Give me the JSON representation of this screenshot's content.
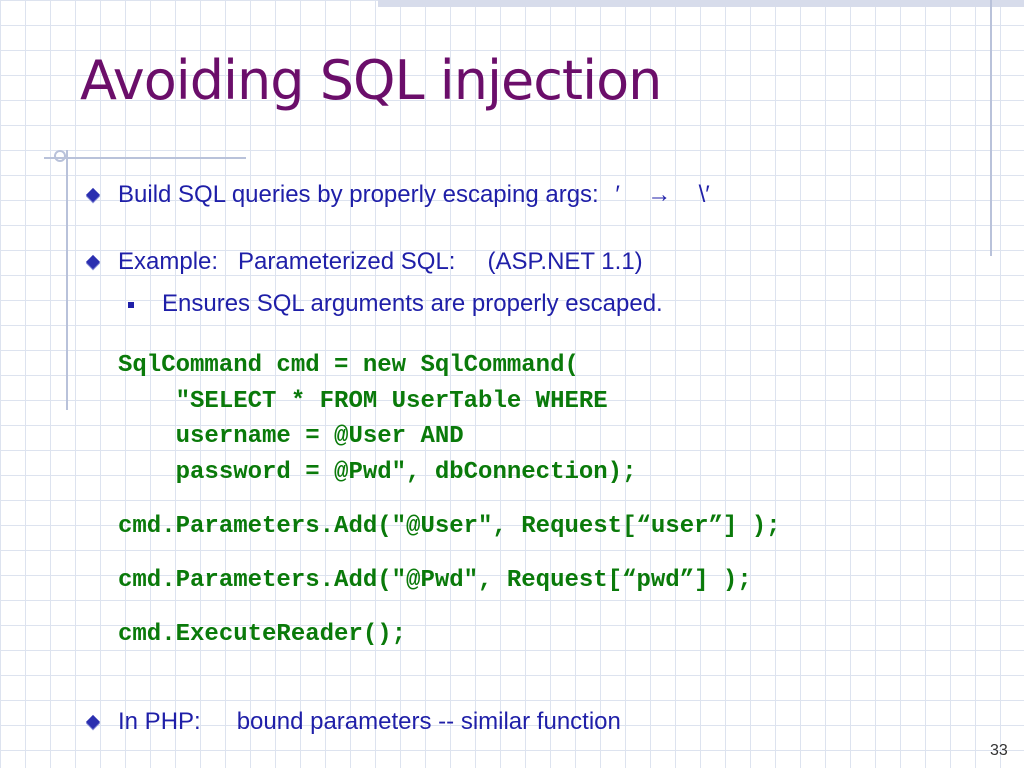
{
  "slide": {
    "title": "Avoiding SQL injection",
    "bullet1": {
      "text": "Build SQL queries by properly escaping args:",
      "escape_from": "′",
      "arrow": "→",
      "escape_to": "\\′"
    },
    "bullet2": {
      "label": "Example:",
      "text": "Parameterized SQL:",
      "note": "(ASP.NET 1.1)"
    },
    "sub_bullet": "Ensures SQL arguments are properly escaped.",
    "code_lines": [
      "SqlCommand cmd = new SqlCommand(",
      "    \"SELECT * FROM UserTable WHERE",
      "    username = @User AND",
      "    password = @Pwd\", dbConnection);"
    ],
    "code_param_user": "cmd.Parameters.Add(\"@User\", Request[“user”] );",
    "code_param_pwd": "cmd.Parameters.Add(\"@Pwd\", Request[“pwd”] );",
    "code_execute": "cmd.ExecuteReader();",
    "bullet3": {
      "label": "In PHP:",
      "text": "bound parameters  --  similar function"
    },
    "slide_number": "33"
  },
  "colors": {
    "title": "#6b0e6a",
    "body": "#1f1fa8",
    "code": "#0a7a0a"
  }
}
